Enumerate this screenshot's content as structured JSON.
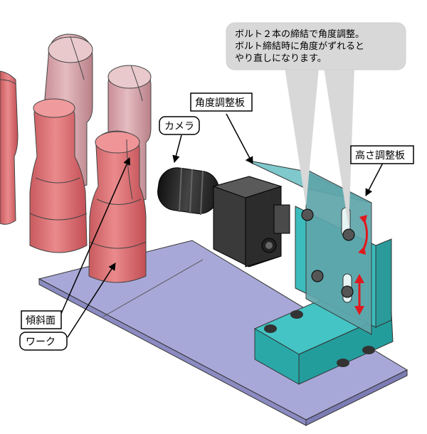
{
  "labels": {
    "camera": "カメラ",
    "angle_plate": "角度調整板",
    "height_plate": "高さ調整板",
    "inclined_surface": "傾斜面",
    "workpiece": "ワーク"
  },
  "note": {
    "line1": "ボルト２本の締結で角度調整。",
    "line2": "ボルト締結時に角度がずれると",
    "line3": "やり直しになります。"
  },
  "colors": {
    "work": "#e07a7a",
    "work_back": "#dcaeb2",
    "base_plate": "#a9a9da",
    "bracket": "#3fc7c7",
    "angle_plate": "#6fb3b8",
    "camera_body": "#3d3d3d",
    "arrow": "#e0191e"
  }
}
